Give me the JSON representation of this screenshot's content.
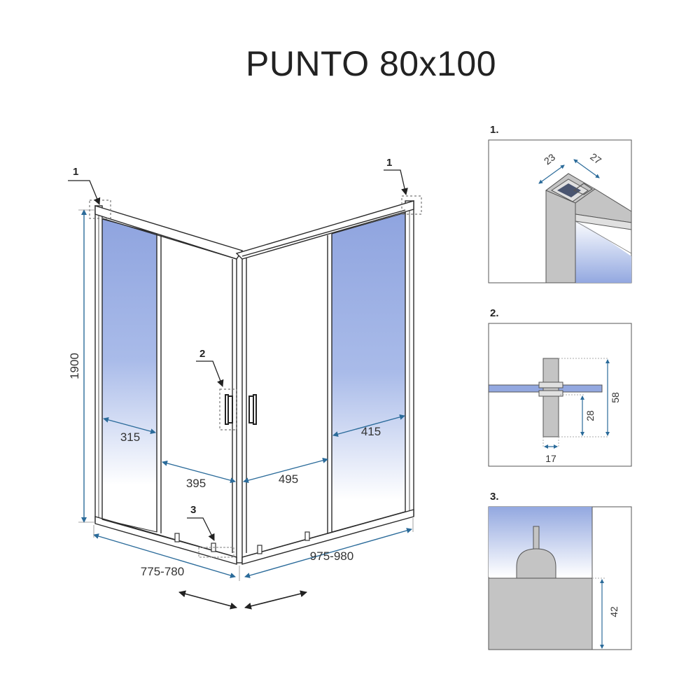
{
  "title": "PUNTO 80x100",
  "main": {
    "callouts": {
      "c1_left": "1",
      "c1_right": "1",
      "c2": "2",
      "c3": "3"
    },
    "dims": {
      "height": "1900",
      "left_fixed": "315",
      "left_door": "395",
      "right_door": "495",
      "right_fixed": "415",
      "left_side": "775-780",
      "right_side": "975-980"
    }
  },
  "details": {
    "d1": {
      "label": "1.",
      "w1": "23",
      "w2": "27"
    },
    "d2": {
      "label": "2.",
      "h_total": "58",
      "h_half": "28",
      "w": "17"
    },
    "d3": {
      "label": "3.",
      "h": "42"
    }
  },
  "colors": {
    "glass_blue": "#8fa8e0",
    "dim_line": "#2b6b9a",
    "frame_gray": "#c4c4c4"
  }
}
